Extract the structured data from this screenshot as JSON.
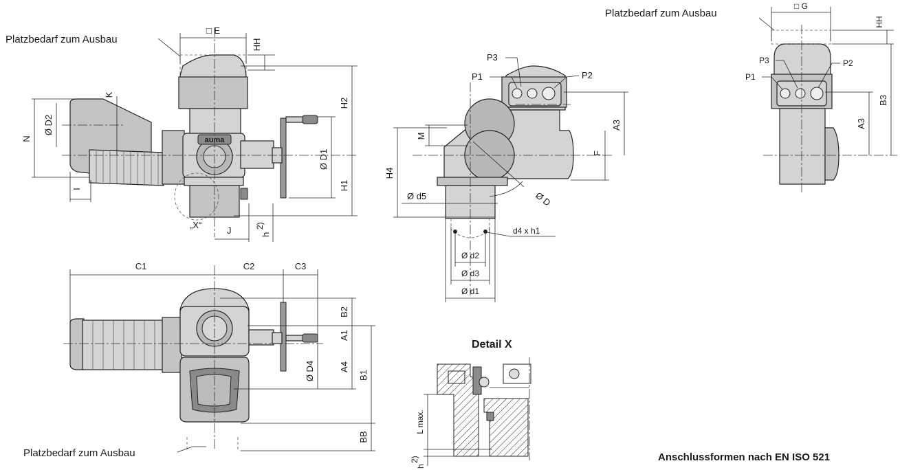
{
  "labels": {
    "space_removal_top_left": "Platzbedarf zum Ausbau",
    "space_removal_top_right": "Platzbedarf zum Ausbau",
    "space_removal_bottom": "Platzbedarf zum Ausbau",
    "dim_E": "□ E",
    "dim_G": "□ G",
    "dim_HH_left": "HH",
    "dim_HH_right": "HH",
    "dim_H1": "H1",
    "dim_H2": "H2",
    "dim_H4": "H4",
    "dim_K": "K",
    "dim_N": "N",
    "dim_D2": "Ø D2",
    "dim_D1": "Ø D1",
    "dim_I": "I",
    "dim_J": "J",
    "dim_h": "h",
    "footnote_2": "2)",
    "detail_marker": "„X“",
    "brand": "auma",
    "dim_P1_mid": "P1",
    "dim_P2_mid": "P2",
    "dim_P3_mid": "P3",
    "dim_P1_right": "P1",
    "dim_P2_right": "P2",
    "dim_P3_right": "P3",
    "dim_A3_mid": "A3",
    "dim_A3_right": "A3",
    "dim_B3": "B3",
    "dim_F": "F",
    "dim_M": "M",
    "dim_D": "Ø D",
    "dim_d5": "Ø d5",
    "dim_d4h1": "d4 x h1",
    "dim_d2": "Ø d2",
    "dim_d3": "Ø d3",
    "dim_d1": "Ø d1",
    "dim_C1": "C1",
    "dim_C2": "C2",
    "dim_C3": "C3",
    "dim_B2": "B2",
    "dim_A1": "A1",
    "dim_A4": "A4",
    "dim_B1": "B1",
    "dim_BB": "BB",
    "dim_D4": "Ø D4",
    "dim_Lmax": "L max.",
    "detail_title": "Detail X",
    "connection_caption": "Anschlussformen nach EN ISO 521"
  }
}
